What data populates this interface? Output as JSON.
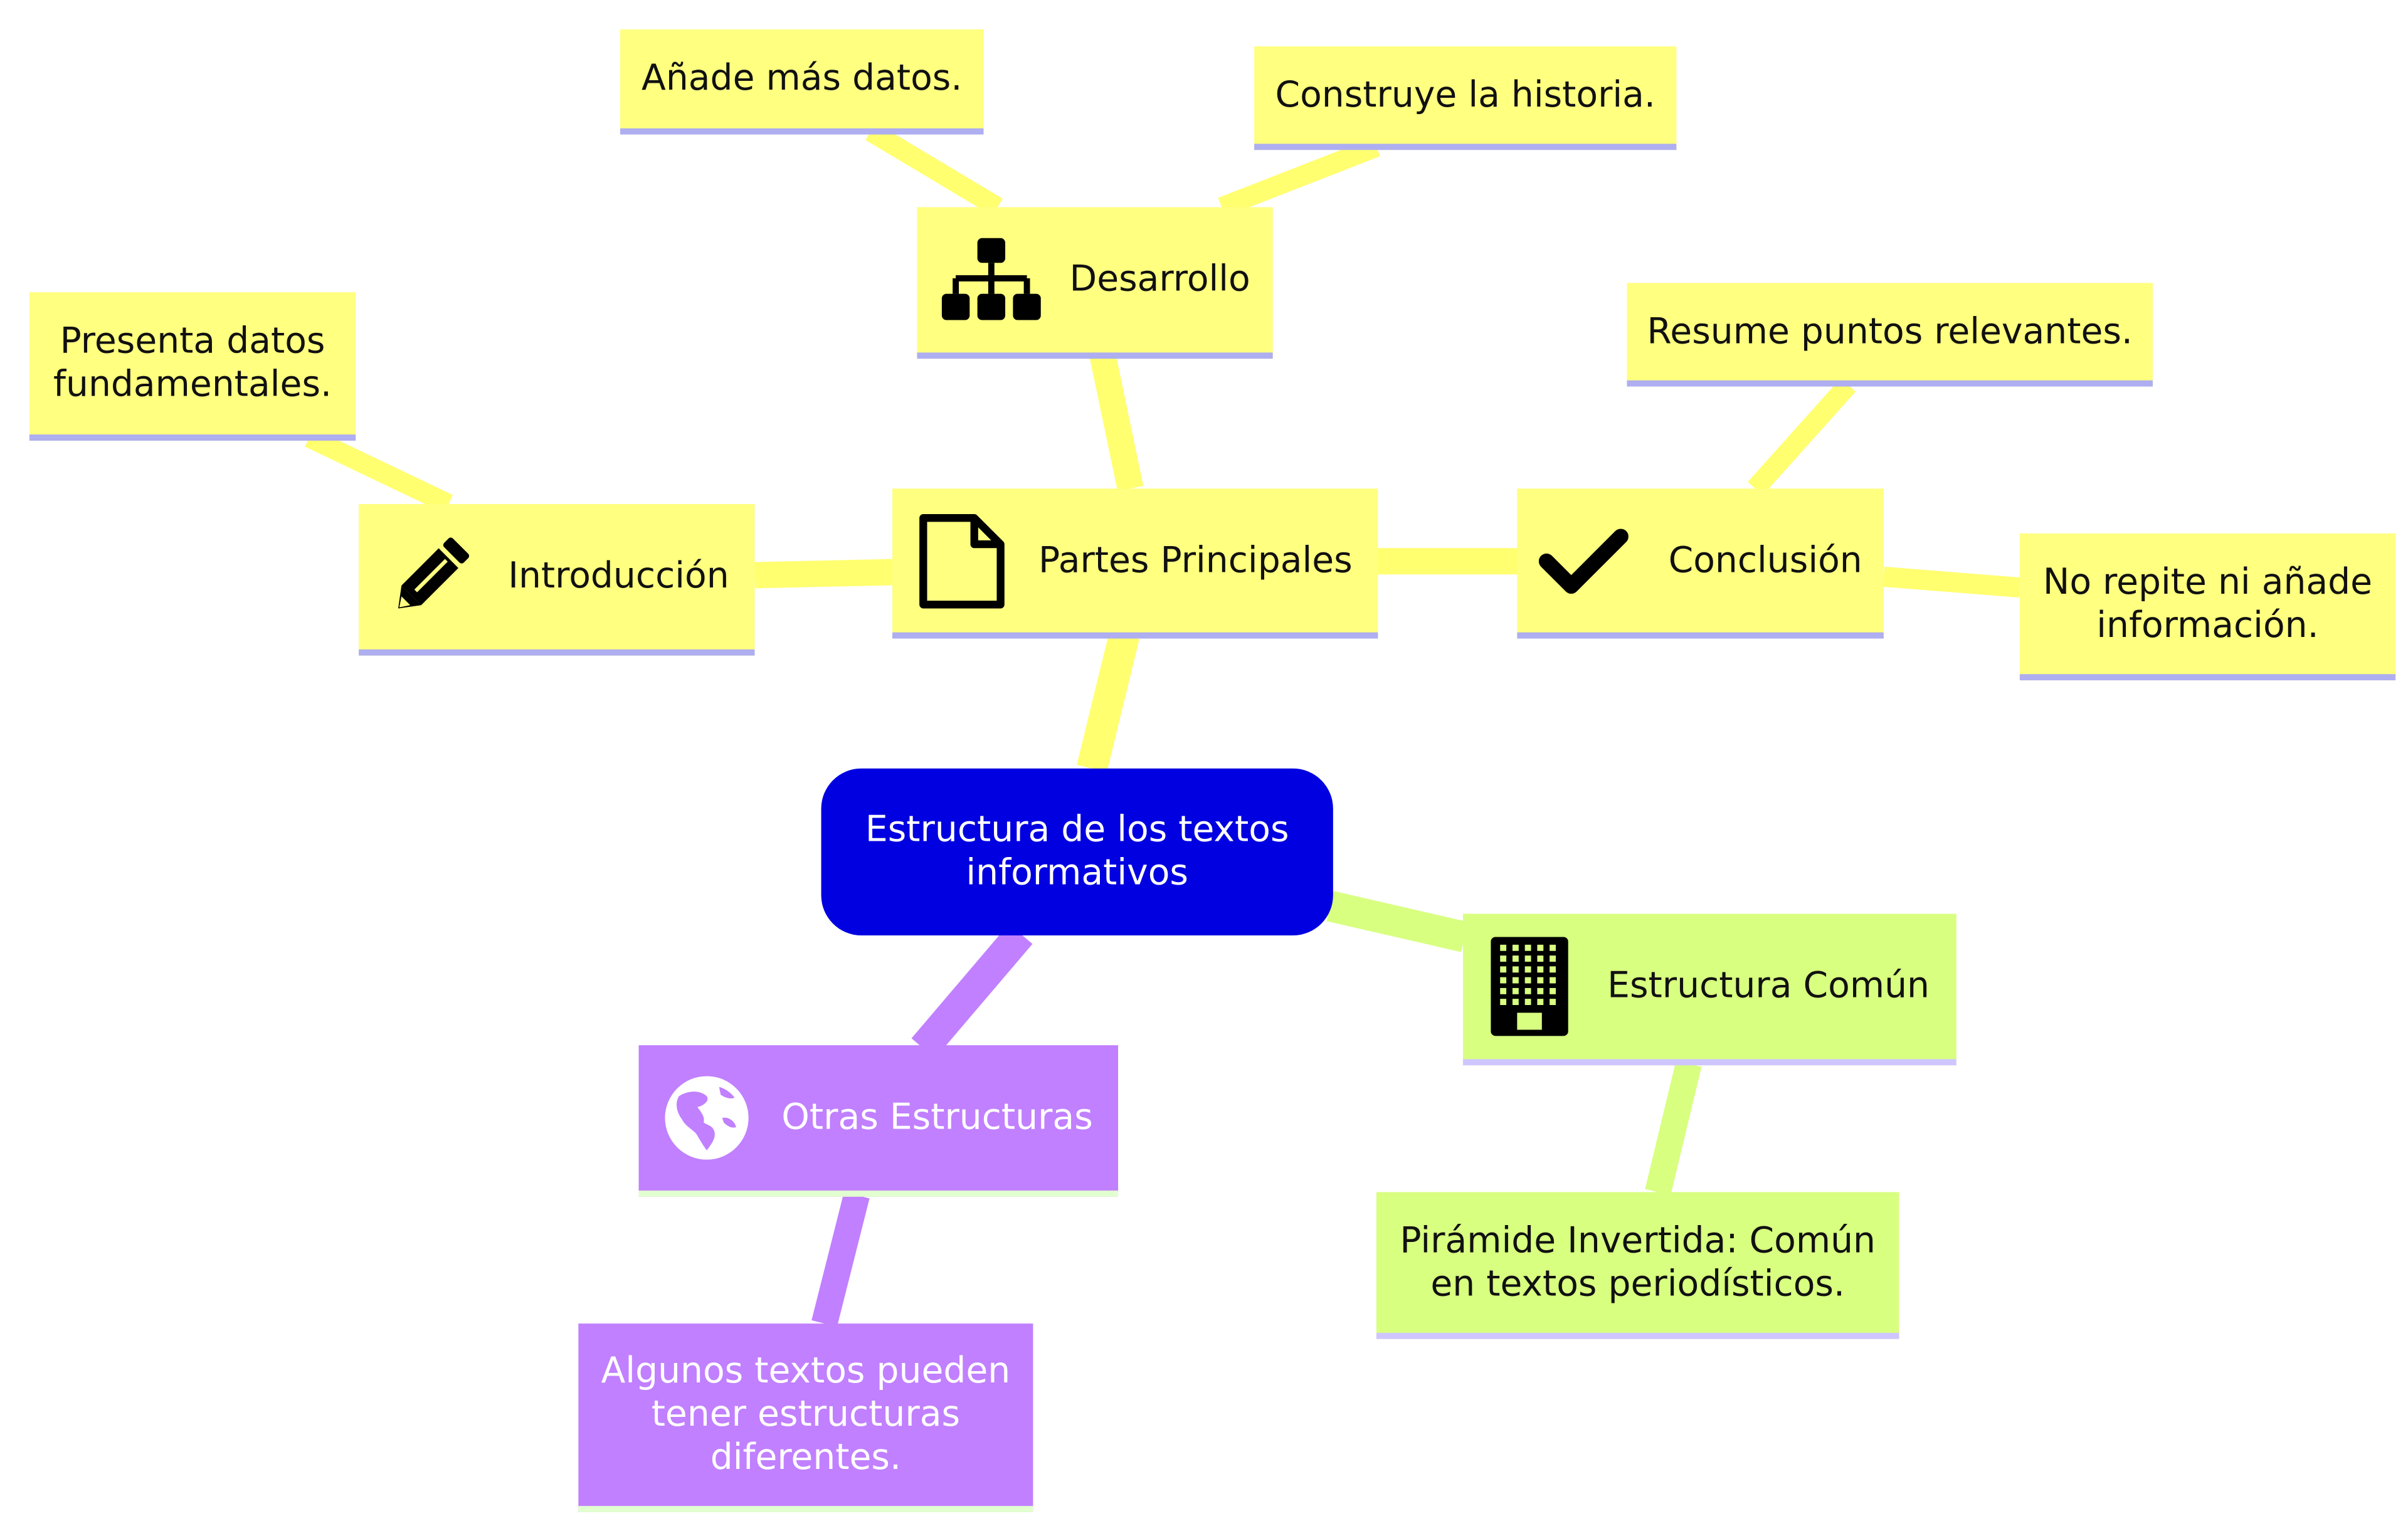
{
  "root": {
    "label": "Estructura de los textos\ninformativos"
  },
  "partes": {
    "label": "Partes Principales",
    "icon": "file-icon",
    "introduccion": {
      "label": "Introducción",
      "icon": "pencil-icon",
      "detail": "Presenta datos\nfundamentales."
    },
    "desarrollo": {
      "label": "Desarrollo",
      "icon": "sitemap-icon",
      "details": [
        "Añade más datos.",
        "Construye la historia."
      ]
    },
    "conclusion": {
      "label": "Conclusión",
      "icon": "check-icon",
      "details": [
        "Resume puntos relevantes.",
        "No repite ni añade\ninformación."
      ]
    }
  },
  "estructura_comun": {
    "label": "Estructura Común",
    "icon": "building-icon",
    "detail": "Pirámide Invertida: Común\nen textos periodísticos."
  },
  "otras_estructuras": {
    "label": "Otras Estructuras",
    "icon": "globe-icon",
    "detail": "Algunos textos pueden\ntener estructuras\ndiferentes."
  },
  "colors": {
    "yellow": "#ffff80",
    "green": "#d8ff80",
    "purple": "#c180ff",
    "root": "#0000e0"
  }
}
